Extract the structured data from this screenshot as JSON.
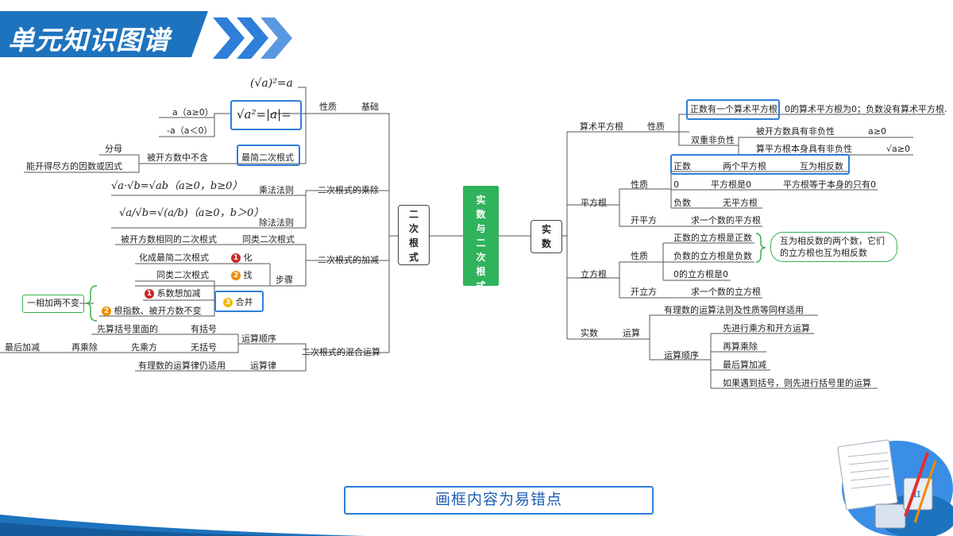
{
  "header": {
    "title": "单元知识图谱"
  },
  "center": {
    "main": [
      "实",
      "数",
      "与",
      "二",
      "次",
      "根",
      "式"
    ],
    "left": [
      "二",
      "次",
      "根",
      "式"
    ],
    "right": [
      "实",
      "数"
    ]
  },
  "left_tree": {
    "jichu": "基础",
    "xingzhi": "性质",
    "formula_top": "(√a)²=a",
    "formula_abs": "√a²=|a|=",
    "a_pos": "a（a≥0）",
    "a_neg": "-a（a＜0）",
    "zuijian": "最简二次根式",
    "fenmu": "分母",
    "beikaifang_buhan": "被开方数中不含",
    "nengkaijin": "能开得尽方的因数或因式",
    "chengchu": "二次根式的乘除",
    "cheng_rule": "乘法法则",
    "cheng_formula": "√a·√b=√ab（a≥0，b≥0）",
    "chu_rule": "除法法则",
    "chu_formula": "√a/√b=√(a/b)（a≥0，b＞0）",
    "jiajian": "二次根式的加减",
    "tonglei": "同类二次根式",
    "tonglei_def": "被开方数相同的二次根式",
    "buzhou": "步骤",
    "step1": "化成最简二次根式",
    "step1_tag": "化",
    "step2": "同类二次根式",
    "step2_tag": "找",
    "step3_tag": "合并",
    "hb1": "系数想加减",
    "hb2": "根指数、被开方数不变",
    "yixiang": "一相加两不变",
    "hunhe": "二次根式的混合运算",
    "shunxu": "运算顺序",
    "youkuohao": "有括号",
    "xiansuan_kuohao": "先算括号里面的",
    "wukuohao": "无括号",
    "xianchengfang": "先乘方",
    "zaichengchu": "再乘除",
    "zuihou": "最后加减",
    "yunsuanlv": "运算律",
    "yunsuanlv_def": "有理数的运算律仍适用"
  },
  "right_tree": {
    "suanshu": "算术平方根",
    "xingzhi": "性质",
    "zhengshu_yige": "正数有一个算术平方根",
    "zero_neg": "0的算术平方根为0；负数没有算术平方根.",
    "shuangchong": "双重非负性",
    "beikaifang_fei": "被开方数具有非负性",
    "a_ge0": "a≥0",
    "pingfanggen_fei": "算平方根本身具有非负性",
    "sqrt_ge0": "√a≥0",
    "pingfanggen": "平方根",
    "pf_xingzhi": "性质",
    "zhengshu": "正数",
    "liangge": "两个平方根",
    "hunwei": "互为相反数",
    "zero": "0",
    "pf_zero": "平方根是0",
    "pf_self": "平方根等于本身的只有0",
    "fushu": "负数",
    "wupf": "无平方根",
    "kaipingfang": "开平方",
    "kpf_def": "求一个数的平方根",
    "lifanggen": "立方根",
    "lf_xingzhi": "性质",
    "lf_zheng": "正数的立方根是正数",
    "lf_fu": "负数的立方根是负数",
    "lf_zero": "0的立方根是0",
    "lf_note": "互为相反数的两个数，它们的立方根也互为相反数",
    "kailifang": "开立方",
    "klf_def": "求一个数的立方根",
    "shishu": "实数",
    "yunsuan": "运算",
    "yunsuan_same": "有理数的运算法则及性质等同样适用",
    "ys_shunxu": "运算顺序",
    "ys1": "先进行乘方和开方运算",
    "ys2": "再算乘除",
    "ys3": "最后算加减",
    "ys4": "如果遇到括号，则先进行括号里的运算"
  },
  "footer": {
    "note": "画框内容为易错点"
  }
}
